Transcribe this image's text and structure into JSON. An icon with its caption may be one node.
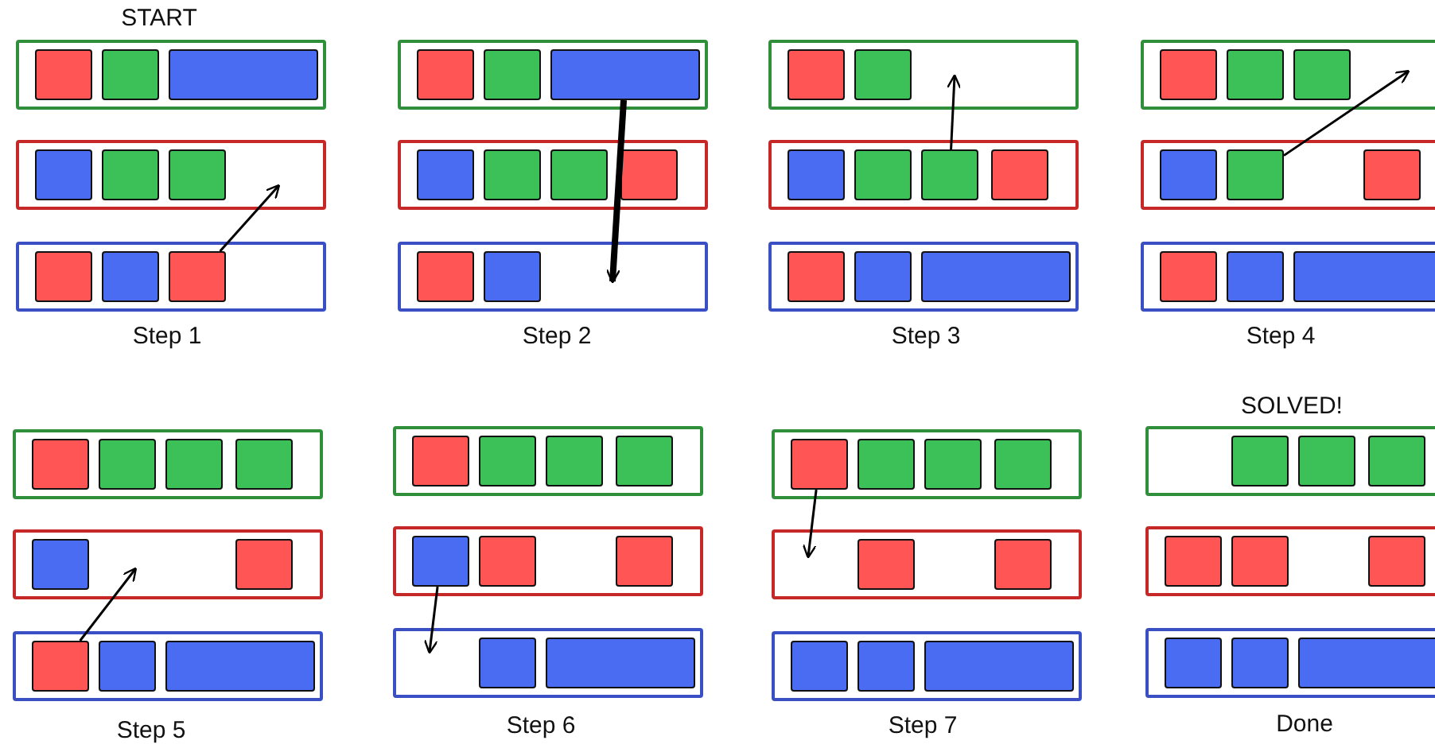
{
  "diagram": {
    "nodes": [
      {
        "text": [],
        "shape": "box"
      },
      {
        "text": [],
        "shape": "box",
        "in": 0
      },
      {
        "text": [],
        "shape": "box",
        "in": 0
      },
      {
        "text": [],
        "shape": "bar",
        "in": 0
      },
      {
        "text": [],
        "shape": "box"
      },
      {
        "text": [],
        "shape": "box",
        "in": 4
      },
      {
        "text": [],
        "shape": "box",
        "in": 4
      },
      {
        "text": [],
        "shape": "box",
        "in": 4
      },
      {
        "text": [],
        "shape": "box"
      },
      {
        "text": [],
        "shape": "box",
        "in": 8
      },
      {
        "text": [],
        "shape": "box",
        "in": 8
      },
      {
        "text": [],
        "shape": "box",
        "in": 8
      },
      {
        "text": [],
        "shape": "box"
      },
      {
        "text": [],
        "shape": "box",
        "in": 12
      },
      {
        "text": [],
        "shape": "box",
        "in": 12
      },
      {
        "text": [],
        "shape": "bar",
        "in": 12
      },
      {
        "text": [],
        "shape": "box"
      },
      {
        "text": [],
        "shape": "box",
        "in": 16
      },
      {
        "text": [],
        "shape": "box",
        "in": 16
      },
      {
        "text": [],
        "shape": "box",
        "in": 16
      },
      {
        "text": [],
        "shape": "box",
        "in": 16
      },
      {
        "text": [],
        "shape": "box"
      },
      {
        "text": [],
        "shape": "box",
        "in": 21
      },
      {
        "text": [],
        "shape": "box",
        "in": 21
      },
      {
        "text": [],
        "shape": "box"
      },
      {
        "text": [],
        "shape": "box",
        "in": 24
      },
      {
        "text": [],
        "shape": "box",
        "in": 24
      },
      {
        "text": [],
        "shape": "box"
      },
      {
        "text": [],
        "shape": "box",
        "in": 27
      },
      {
        "text": [],
        "shape": "box",
        "in": 27
      },
      {
        "text": [],
        "shape": "box",
        "in": 27
      },
      {
        "text": [],
        "shape": "box",
        "in": 27
      },
      {
        "text": [],
        "shape": "box"
      },
      {
        "text": [],
        "shape": "box",
        "in": 32
      },
      {
        "text": [],
        "shape": "box",
        "in": 32
      },
      {
        "text": [],
        "shape": "bar",
        "in": 32
      },
      {
        "text": [],
        "shape": "box"
      },
      {
        "text": [],
        "shape": "box",
        "in": 36
      },
      {
        "text": [],
        "shape": "box",
        "in": 36
      },
      {
        "text": [],
        "shape": "box",
        "in": 36
      },
      {
        "text": [],
        "shape": "box"
      },
      {
        "text": [],
        "shape": "box",
        "in": 40
      },
      {
        "text": [],
        "shape": "box",
        "in": 40
      },
      {
        "text": [],
        "shape": "box",
        "in": 40
      },
      {
        "text": [],
        "shape": "box"
      },
      {
        "text": [],
        "shape": "box",
        "in": 44
      },
      {
        "text": [],
        "shape": "box",
        "in": 44
      },
      {
        "text": [],
        "shape": "bar",
        "in": 44
      },
      {
        "text": [],
        "shape": "box"
      },
      {
        "text": [],
        "shape": "box",
        "in": 48
      },
      {
        "text": [],
        "shape": "box",
        "in": 48
      },
      {
        "text": [],
        "shape": "box",
        "in": 48
      },
      {
        "text": [],
        "shape": "box",
        "in": 48
      },
      {
        "text": [],
        "shape": "box"
      },
      {
        "text": [],
        "shape": "box",
        "in": 53
      },
      {
        "text": [],
        "shape": "box",
        "in": 53
      },
      {
        "text": [],
        "shape": "box"
      },
      {
        "text": [],
        "shape": "box",
        "in": 56
      },
      {
        "text": [],
        "shape": "box",
        "in": 56
      },
      {
        "text": [],
        "shape": "bar",
        "in": 56
      },
      {
        "text": [],
        "shape": "box"
      },
      {
        "text": [],
        "shape": "box",
        "in": 60
      },
      {
        "text": [],
        "shape": "box",
        "in": 60
      },
      {
        "text": [],
        "shape": "box",
        "in": 60
      },
      {
        "text": [],
        "shape": "box",
        "in": 60
      },
      {
        "text": [],
        "shape": "box"
      },
      {
        "text": [],
        "shape": "box",
        "in": 65
      },
      {
        "text": [],
        "shape": "box",
        "in": 65
      },
      {
        "text": [],
        "shape": "box",
        "in": 65
      },
      {
        "text": [],
        "shape": "box"
      },
      {
        "text": [],
        "shape": "box",
        "in": 69
      },
      {
        "text": [],
        "shape": "bar",
        "in": 69
      },
      {
        "text": [],
        "shape": "box"
      },
      {
        "text": [],
        "shape": "box",
        "in": 72
      },
      {
        "text": [],
        "shape": "box",
        "in": 72
      },
      {
        "text": [],
        "shape": "box",
        "in": 72
      },
      {
        "text": [],
        "shape": "box",
        "in": 72
      },
      {
        "text": [],
        "shape": "box"
      },
      {
        "text": [],
        "shape": "box",
        "in": 77
      },
      {
        "text": [],
        "shape": "box",
        "in": 77
      },
      {
        "text": [],
        "shape": "box"
      },
      {
        "text": [],
        "shape": "box",
        "in": 80
      },
      {
        "text": [],
        "shape": "box",
        "in": 80
      },
      {
        "text": [],
        "shape": "bar",
        "in": 80
      },
      {
        "text": [],
        "shape": "box"
      },
      {
        "text": [],
        "shape": "box",
        "in": 84
      },
      {
        "text": [],
        "shape": "box",
        "in": 84
      },
      {
        "text": [],
        "shape": "box",
        "in": 84
      },
      {
        "text": [],
        "shape": "box"
      },
      {
        "text": [],
        "shape": "box",
        "in": 88
      },
      {
        "text": [],
        "shape": "box",
        "in": 88
      },
      {
        "text": [],
        "shape": "box",
        "in": 88
      },
      {
        "text": [],
        "shape": "box"
      },
      {
        "text": [],
        "shape": "box",
        "in": 92
      },
      {
        "text": [],
        "shape": "box",
        "in": 92
      },
      {
        "text": [],
        "shape": "bar",
        "in": 92
      }
    ],
    "edges": [
      {
        "from": 11,
        "to": 4,
        "arrow": "to"
      },
      {
        "from": 15,
        "to": 21,
        "arrow": "to",
        "style": "thick"
      },
      {
        "from": 30,
        "to": 24,
        "arrow": "to"
      },
      {
        "from": 42,
        "to": 36,
        "arrow": "to"
      },
      {
        "from": 57,
        "to": 53,
        "arrow": "to"
      },
      {
        "from": 66,
        "to": 69,
        "arrow": "to"
      },
      {
        "from": 73,
        "to": 77,
        "arrow": "to"
      }
    ],
    "labels": [
      "START",
      "Step 1",
      "Step 2",
      "Step 3",
      "Step 4",
      "SOLVED!",
      "Step 5",
      "Step 6",
      "Step 7",
      "Done"
    ]
  }
}
